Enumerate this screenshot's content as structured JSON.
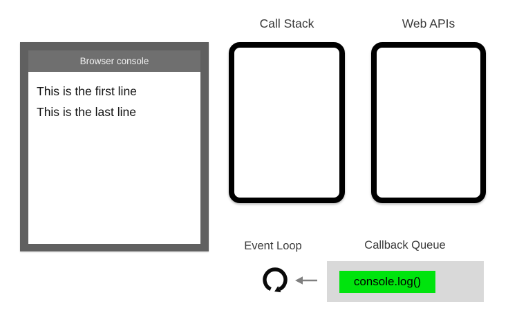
{
  "browser_console": {
    "title": "Browser console",
    "lines": [
      "This is the first line",
      "This is the last line"
    ]
  },
  "call_stack": {
    "label": "Call Stack",
    "items": []
  },
  "web_apis": {
    "label": "Web APIs",
    "items": []
  },
  "event_loop": {
    "label": "Event Loop",
    "icon": "clockwise-loop-arrow-icon"
  },
  "callback_queue": {
    "label": "Callback Queue",
    "items": [
      {
        "label": "console.log()",
        "highlight_color": "#00e40d"
      }
    ],
    "arrow_to_event_loop": "left-arrow-icon"
  },
  "colors": {
    "console_frame_gray": "#606060",
    "console_titlebar_gray": "#6f6f6f",
    "box_border_black": "#000000",
    "queue_background_gray": "#d9d9d9",
    "queue_item_green": "#00e40d",
    "arrow_gray": "#7f7f7f",
    "label_gray": "#3a3a3a"
  }
}
